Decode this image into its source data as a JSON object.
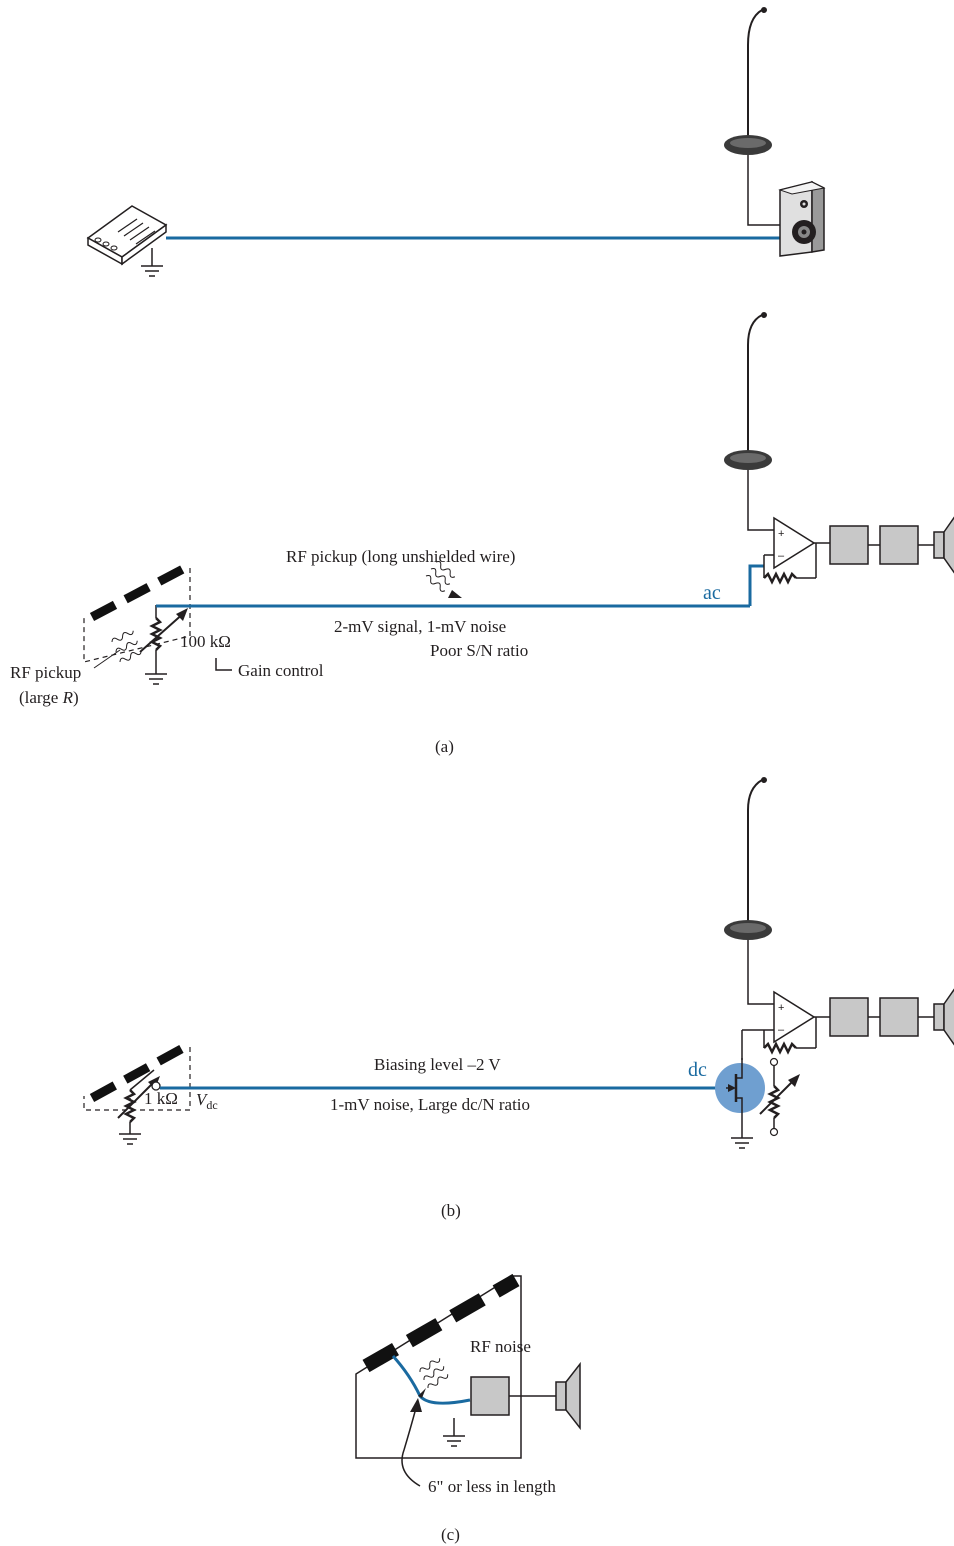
{
  "panel_a": {
    "top_label": "RF pickup (long unshielded wire)",
    "signal_label": "2-mV signal, 1-mV noise",
    "ratio_label": "Poor S/N ratio",
    "coupling_label": "ac",
    "resistor_value": "100 kΩ",
    "gain_control_label": "Gain control",
    "rf_pickup_label": "RF pickup",
    "rf_pickup_sub_prefix": "(large ",
    "rf_pickup_sub_var": "R",
    "rf_pickup_sub_suffix": ")",
    "caption": "(a)"
  },
  "panel_b": {
    "bias_label": "Biasing level –2 V",
    "noise_label": "1-mV noise, Large dc/N ratio",
    "coupling_label": "dc",
    "vdc_main": "V",
    "vdc_sub": "dc",
    "resistor_value": "1 kΩ",
    "caption": "(b)"
  },
  "panel_c": {
    "noise_label": "RF noise",
    "length_label": "6\" or less in length",
    "caption": "(c)"
  },
  "amp_symbols": {
    "plus": "+",
    "minus": "–"
  },
  "colors": {
    "wire": "#1a6aa0",
    "jfet_highlight": "#6f9fd0",
    "block_fill": "#c8c8c8"
  }
}
